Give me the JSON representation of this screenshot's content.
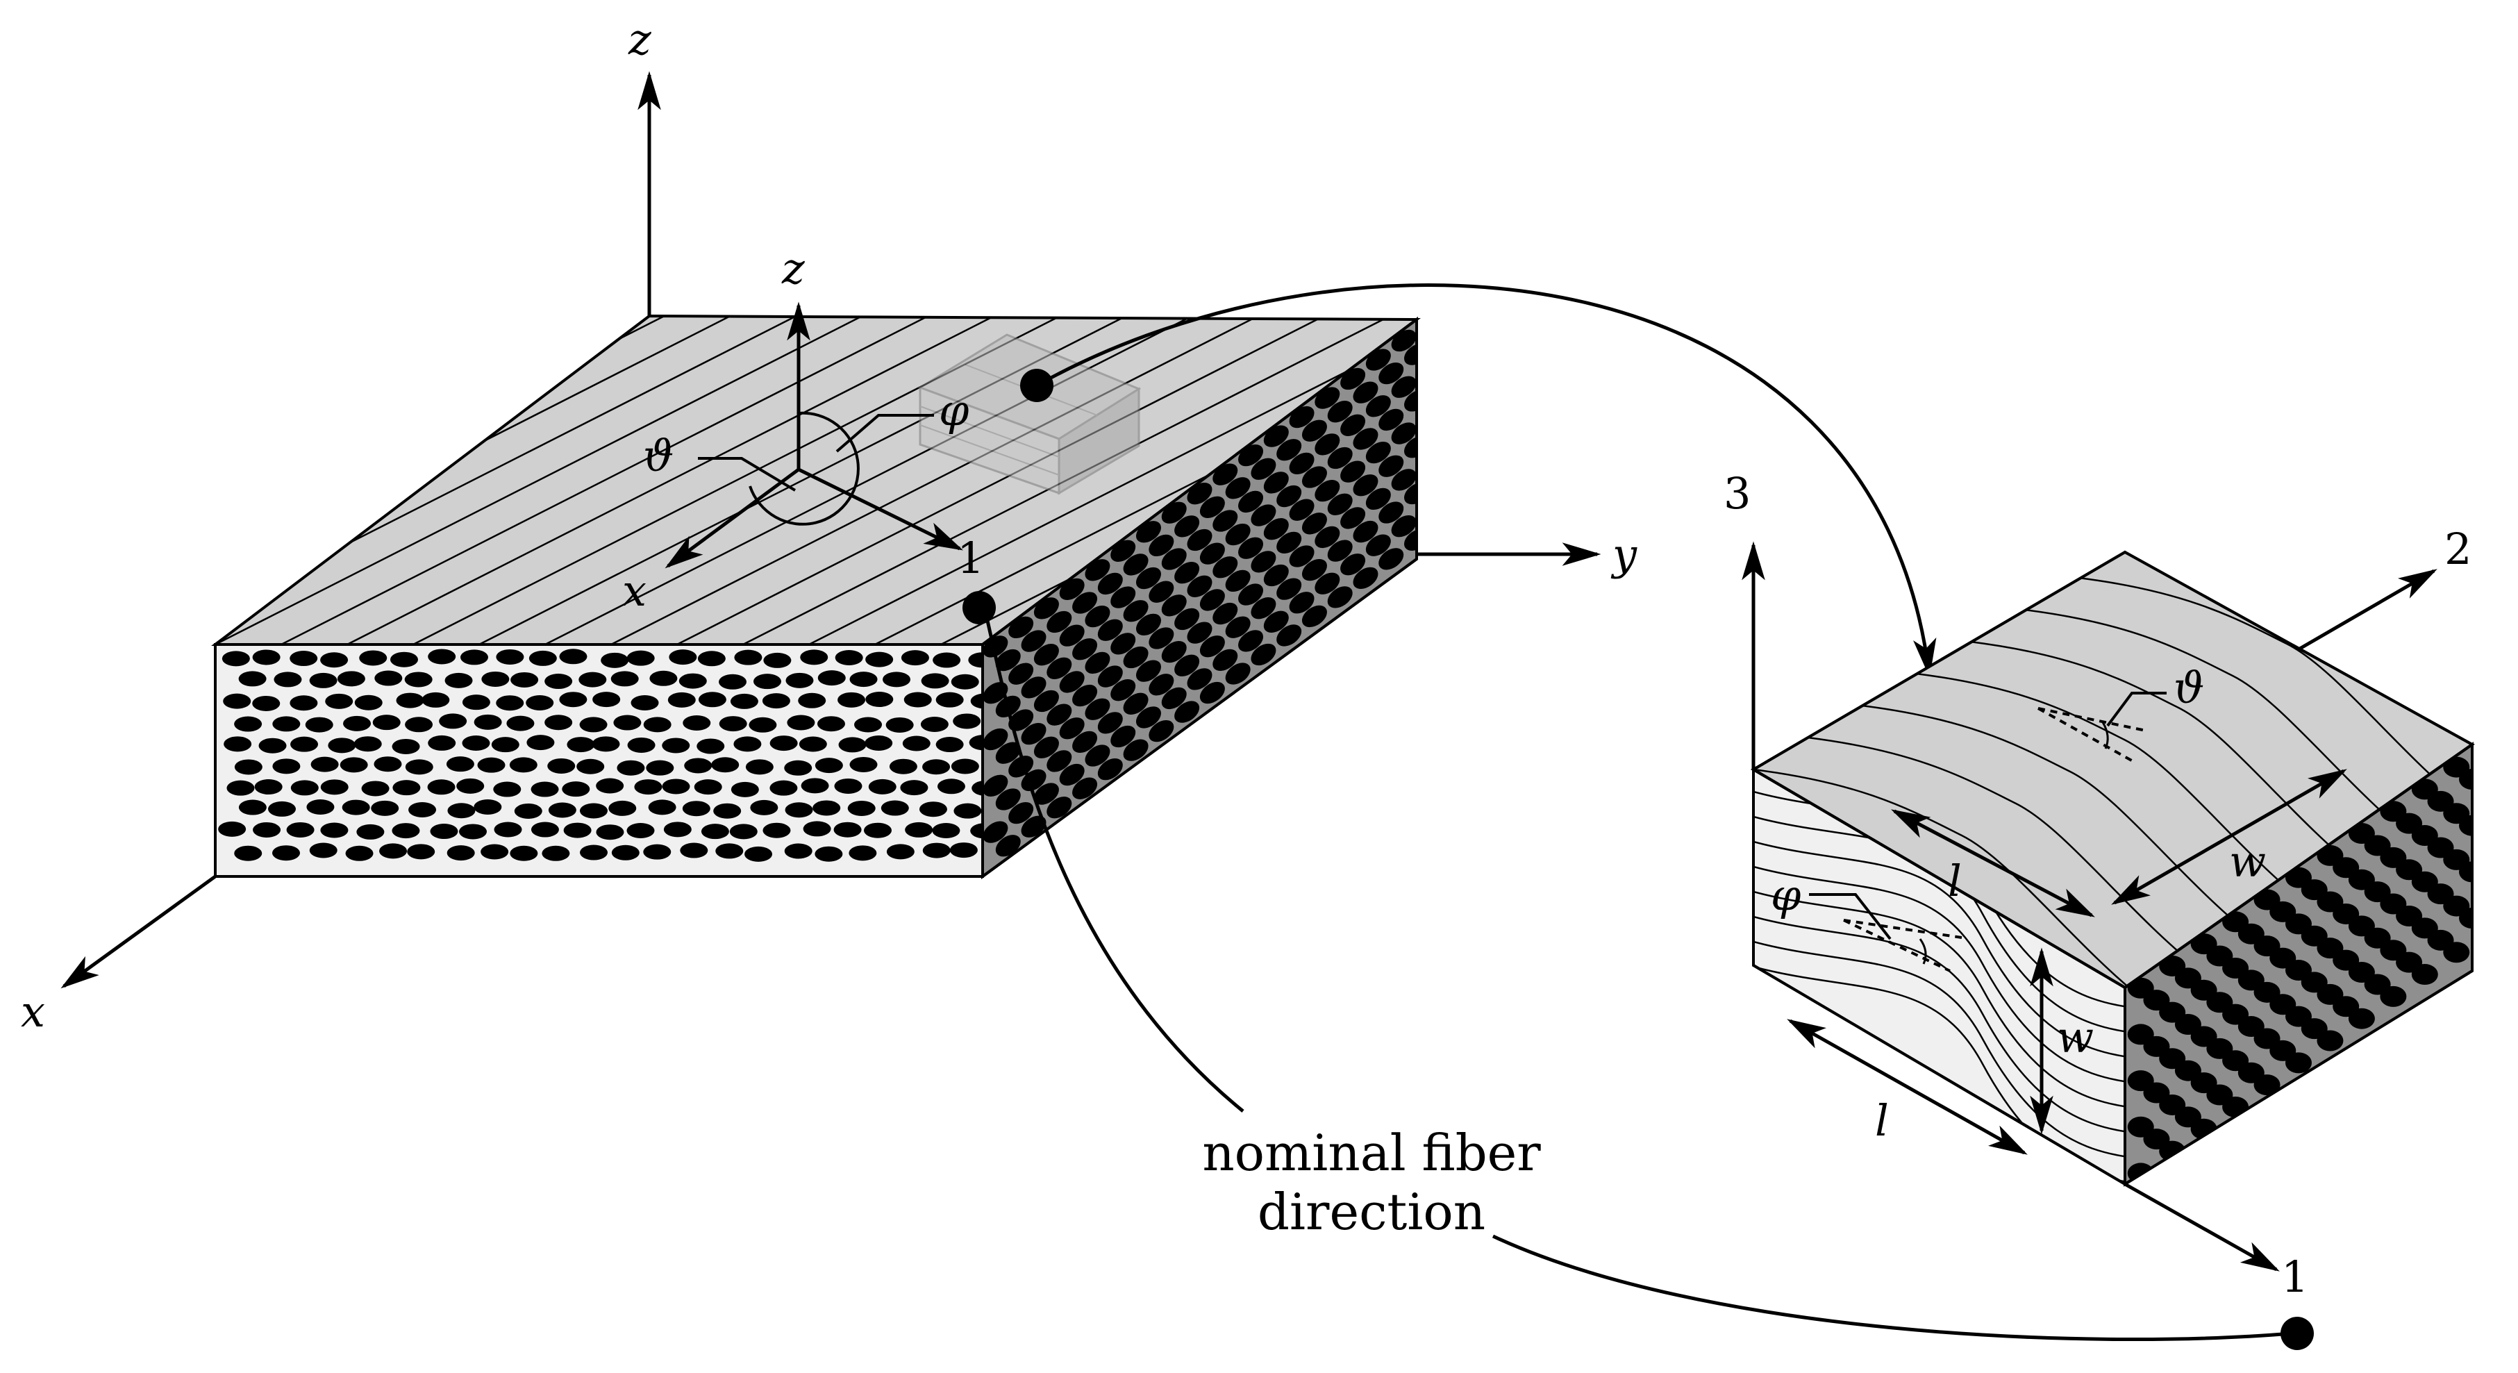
{
  "macro": {
    "global_axes": {
      "z": "z",
      "y": "y",
      "x": "x"
    },
    "local_axes": {
      "z": "z",
      "x": "x",
      "one": "1"
    },
    "angles": {
      "theta": "ϑ",
      "phi": "φ"
    }
  },
  "micro": {
    "axes": {
      "one": "1",
      "two": "2",
      "three": "3"
    },
    "angles": {
      "theta": "ϑ",
      "phi": "φ"
    },
    "dims": {
      "l_top": "l",
      "w_top": "w",
      "w_side": "w",
      "l_side": "l"
    }
  },
  "caption": {
    "line1": "nominal fiber",
    "line2": "direction"
  },
  "colors": {
    "top_face": "#d0d0d0",
    "front_face": "#f0f0f0",
    "side_face": "#8f8f8f",
    "fiber": "#000000",
    "line": "#000000"
  }
}
